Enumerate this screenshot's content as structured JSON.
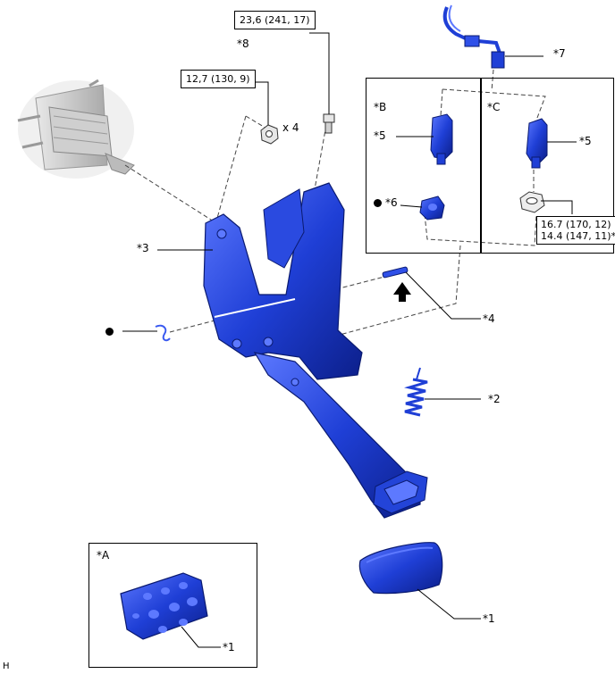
{
  "torques": {
    "bolt_top": "23,6 (241, 17)",
    "nut_left": "12,7 (130, 9)",
    "nut_c_1": "16.7 (170, 12)",
    "nut_c_2": "14.4 (147, 11)*"
  },
  "labels": {
    "n8": "*8",
    "n7": "*7",
    "x4": "x 4",
    "b": "*B",
    "c": "*C",
    "n5_b": "*5",
    "n5_c": "*5",
    "n6": "*6",
    "n3": "*3",
    "n4": "*4",
    "n2": "*2",
    "n1_main": "*1",
    "a": "*A",
    "n1_a": "*1",
    "corner": "H"
  },
  "colors": {
    "part_blue": "#1f3fd6",
    "part_dark": "#0c1f8a",
    "part_light": "#5d79ff",
    "gray": "#b9b9b9"
  }
}
